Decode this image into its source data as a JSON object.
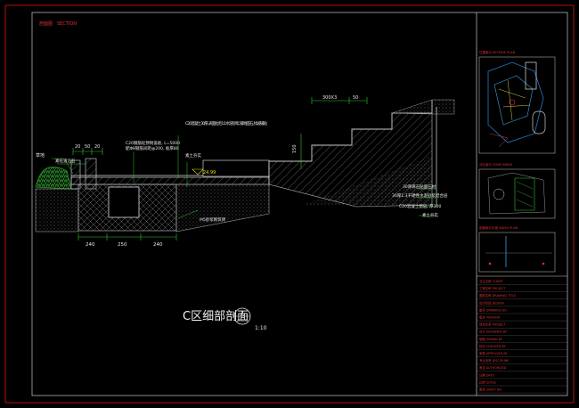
{
  "header": {
    "title_cn": "剖面图",
    "title_en": "SECTION"
  },
  "section": {
    "labels_left": [
      "草地",
      "素砼道沿石"
    ],
    "labels_mid": [
      "C20混凝土30厚, 表面拉毛1:1水泥砂浆, 铺地面石, 找坡铺贴",
      "C20钢筋砼预制盖板, L=5000",
      "配Φ8钢筋间距@200, 板厚80",
      "素土夯实"
    ],
    "elevation": "24.99",
    "pipe_label": "M5砂浆砌筑砖",
    "right_notes": [
      "30厚麻石贴面石材",
      "30厚1:3干硬性水泥砂浆结合层",
      "C20混凝土垫层, 厚100",
      "素土夯实"
    ],
    "dims_top": [
      "20",
      "50",
      "20"
    ],
    "dims_bottom": [
      "240",
      "250",
      "240"
    ],
    "dims_stair": [
      "300X3",
      "50"
    ],
    "dim_vertical": "150",
    "caption": "C区细部剖面",
    "caption_ref": [
      "1",
      "LA-01-C"
    ],
    "scale": "1:10"
  },
  "sidebar": {
    "key_plan_title": "位置索引 KEYSIDE PLAN",
    "detail_title": "分区索引 ZONE INDEX",
    "section_index_title": "剖面索引平面 INDEX PLAN",
    "title_block": [
      "业主名称 CLIENT",
      "工程名称 PROJECT",
      "图纸名称 DRAWING TITLE",
      "设计阶段 DESIGN",
      "图号 DRAWING NO.",
      "版本 VERSION",
      "项目负责 PROJECT",
      "设计 DESIGNED BY",
      "制图 DRAWN BY",
      "校对 CHECKED BY",
      "审核 APPROVED BY",
      "专业负责 DISCIPLINE",
      "审定 AUTHORIZED",
      "日期 DATE",
      "比例 SCALE",
      "图号 SHEET NO."
    ]
  },
  "colors": {
    "background": "#000000",
    "frame": "#d0d0d0",
    "outer_frame": "#c81010",
    "annotation_green": "#2ec82e",
    "annotation_yellow": "#e8e000",
    "hatch": "#9a9a9a",
    "grass": "#2e8a2e",
    "ref_red": "#e03030"
  }
}
